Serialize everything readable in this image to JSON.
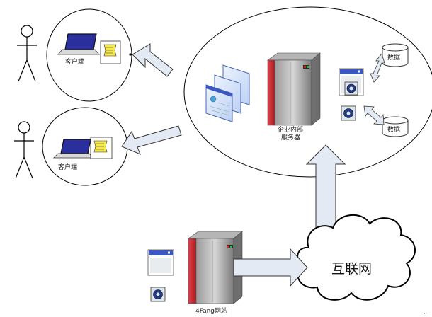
{
  "labels": {
    "client_top": "客户端",
    "client_bottom": "客户端",
    "server_line1": "企业内部",
    "server_line2": "服务器",
    "db_top": "数据",
    "db_bottom": "数据",
    "internet": "互联网",
    "website": "4Fang网站"
  },
  "colors": {
    "server_red": "#c8262c",
    "server_gray": "#8a8a8a",
    "arrow_fill": "#e3eaf3",
    "scroll_yellow": "#f6e94a",
    "laptop_screen": "#2b2f9e",
    "window_blue": "#3a57c4"
  },
  "icons": [
    "person-icon",
    "laptop-icon",
    "scroll-icon",
    "server-icon",
    "window-icon",
    "gear-badge-icon",
    "database-icon",
    "cloud-icon",
    "arrow-icon"
  ]
}
